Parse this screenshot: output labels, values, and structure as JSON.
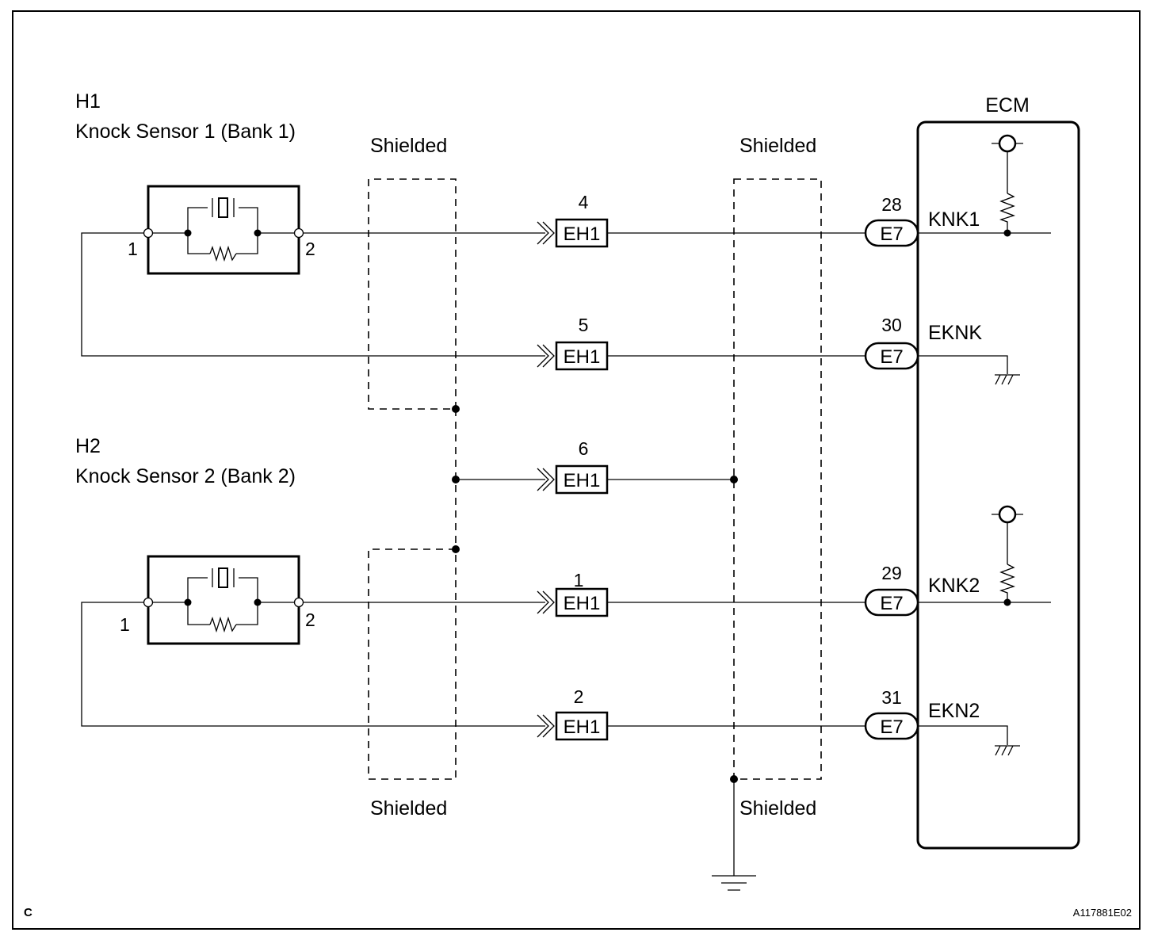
{
  "sensor1": {
    "code": "H1",
    "name": "Knock Sensor 1 (Bank 1)",
    "pin_left": "1",
    "pin_right": "2"
  },
  "sensor2": {
    "code": "H2",
    "name": "Knock Sensor 2 (Bank 2)",
    "pin_left": "1",
    "pin_right": "2"
  },
  "shield_labels": {
    "top_left": "Shielded",
    "top_right": "Shielded",
    "bottom_left": "Shielded",
    "bottom_right": "Shielded"
  },
  "ecm": {
    "title": "ECM"
  },
  "eh1": {
    "name": "EH1",
    "pins": {
      "knk1": "4",
      "eknk": "5",
      "shield": "6",
      "knk2": "1",
      "ekn2": "2"
    }
  },
  "e7": {
    "name": "E7",
    "pins": {
      "knk1": "28",
      "eknk": "30",
      "knk2": "29",
      "ekn2": "31"
    }
  },
  "signals": {
    "knk1": "KNK1",
    "eknk": "EKNK",
    "knk2": "KNK2",
    "ekn2": "EKN2"
  },
  "footer": {
    "corner_mark": "C",
    "figure_id": "A117881E02"
  },
  "colors": {
    "ink": "#000000",
    "paper": "#ffffff"
  }
}
